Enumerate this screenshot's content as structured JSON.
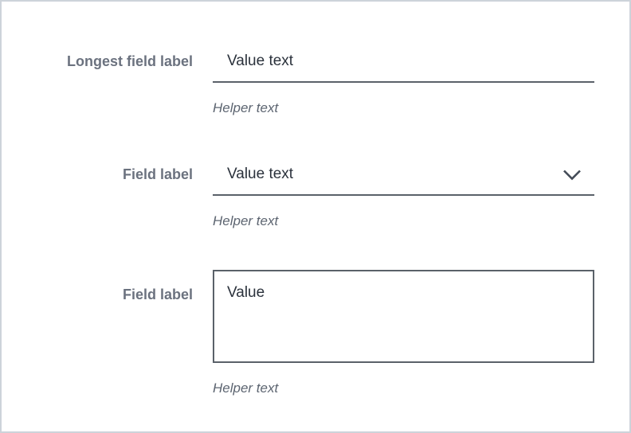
{
  "fields": [
    {
      "type": "text-input",
      "label": "Longest field label",
      "value": "Value text",
      "helper": "Helper text"
    },
    {
      "type": "select",
      "label": "Field label",
      "value": "Value text",
      "helper": "Helper text",
      "icon": "chevron-down"
    },
    {
      "type": "textarea",
      "label": "Field label",
      "value": "Value",
      "helper": "Helper text"
    }
  ],
  "colors": {
    "page_border": "#cdd3da",
    "control_border": "#5a6169",
    "label_text": "#6b727f",
    "value_text": "#2b323c",
    "helper_text": "#5d6571",
    "chevron": "#434b57",
    "background": "#ffffff"
  }
}
